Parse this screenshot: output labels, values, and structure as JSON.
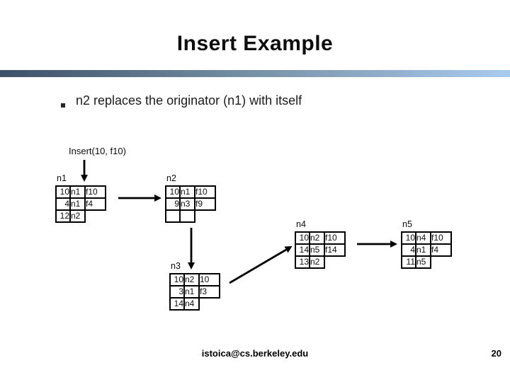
{
  "slide": {
    "title": "Insert Example",
    "bullet_text": "n2 replaces the originator (n1) with itself",
    "insert_call": "Insert(10, f10)",
    "footer": {
      "email": "istoica@cs.berkeley.edu",
      "page_number": "20"
    }
  },
  "colors": {
    "row_highlight": "#cdeef6",
    "changed_entry_text": "#993333",
    "divider_gradient_left": "#3d5166",
    "divider_gradient_right": "#a9cbf0",
    "table_border": "#000000"
  },
  "icons": {
    "bullet": "square-bullet-icon",
    "arrow_style": "black-solid-arrow"
  },
  "nodes": [
    {
      "id": "n1",
      "label": "n1",
      "rows": [
        {
          "highlight": true,
          "cells": [
            {
              "t": "10"
            },
            {
              "t": "n1"
            },
            {
              "t": "f10"
            }
          ]
        },
        {
          "highlight": false,
          "cells": [
            {
              "t": "4"
            },
            {
              "t": "n1"
            },
            {
              "t": "f4"
            }
          ]
        },
        {
          "highlight": false,
          "cells": [
            {
              "t": "12"
            },
            {
              "t": "n2"
            }
          ]
        }
      ]
    },
    {
      "id": "n2",
      "label": "n2",
      "rows": [
        {
          "highlight": true,
          "cells": [
            {
              "t": "10"
            },
            {
              "t": "n1"
            },
            {
              "t": "f10"
            }
          ]
        },
        {
          "highlight": false,
          "cells": [
            {
              "t": "9"
            },
            {
              "t": "n3"
            },
            {
              "t": "f9"
            }
          ]
        },
        {
          "highlight": false,
          "cells": [
            {
              "t": ""
            },
            {
              "t": ""
            }
          ]
        }
      ]
    },
    {
      "id": "n3",
      "label": "n3",
      "rows": [
        {
          "highlight": true,
          "cells": [
            {
              "t": "10"
            },
            {
              "t": "n2",
              "red": true
            },
            {
              "t": "10"
            }
          ]
        },
        {
          "highlight": false,
          "cells": [
            {
              "t": "3"
            },
            {
              "t": "n1"
            },
            {
              "t": "f3"
            }
          ]
        },
        {
          "highlight": false,
          "cells": [
            {
              "t": "14"
            },
            {
              "t": "n4"
            }
          ]
        }
      ]
    },
    {
      "id": "n4",
      "label": "n4",
      "rows": [
        {
          "highlight": true,
          "cells": [
            {
              "t": "10"
            },
            {
              "t": "n2"
            },
            {
              "t": "f10"
            }
          ]
        },
        {
          "highlight": false,
          "cells": [
            {
              "t": "14"
            },
            {
              "t": "n5"
            },
            {
              "t": "f14"
            }
          ]
        },
        {
          "highlight": false,
          "cells": [
            {
              "t": "13"
            },
            {
              "t": "n2"
            }
          ]
        }
      ]
    },
    {
      "id": "n5",
      "label": "n5",
      "rows": [
        {
          "highlight": true,
          "cells": [
            {
              "t": "10"
            },
            {
              "t": "n4",
              "red": true
            },
            {
              "t": "f10"
            }
          ]
        },
        {
          "highlight": false,
          "cells": [
            {
              "t": "4"
            },
            {
              "t": "n1"
            },
            {
              "t": "f4"
            }
          ]
        },
        {
          "highlight": false,
          "cells": [
            {
              "t": "11"
            },
            {
              "t": "n5"
            }
          ]
        }
      ]
    }
  ]
}
